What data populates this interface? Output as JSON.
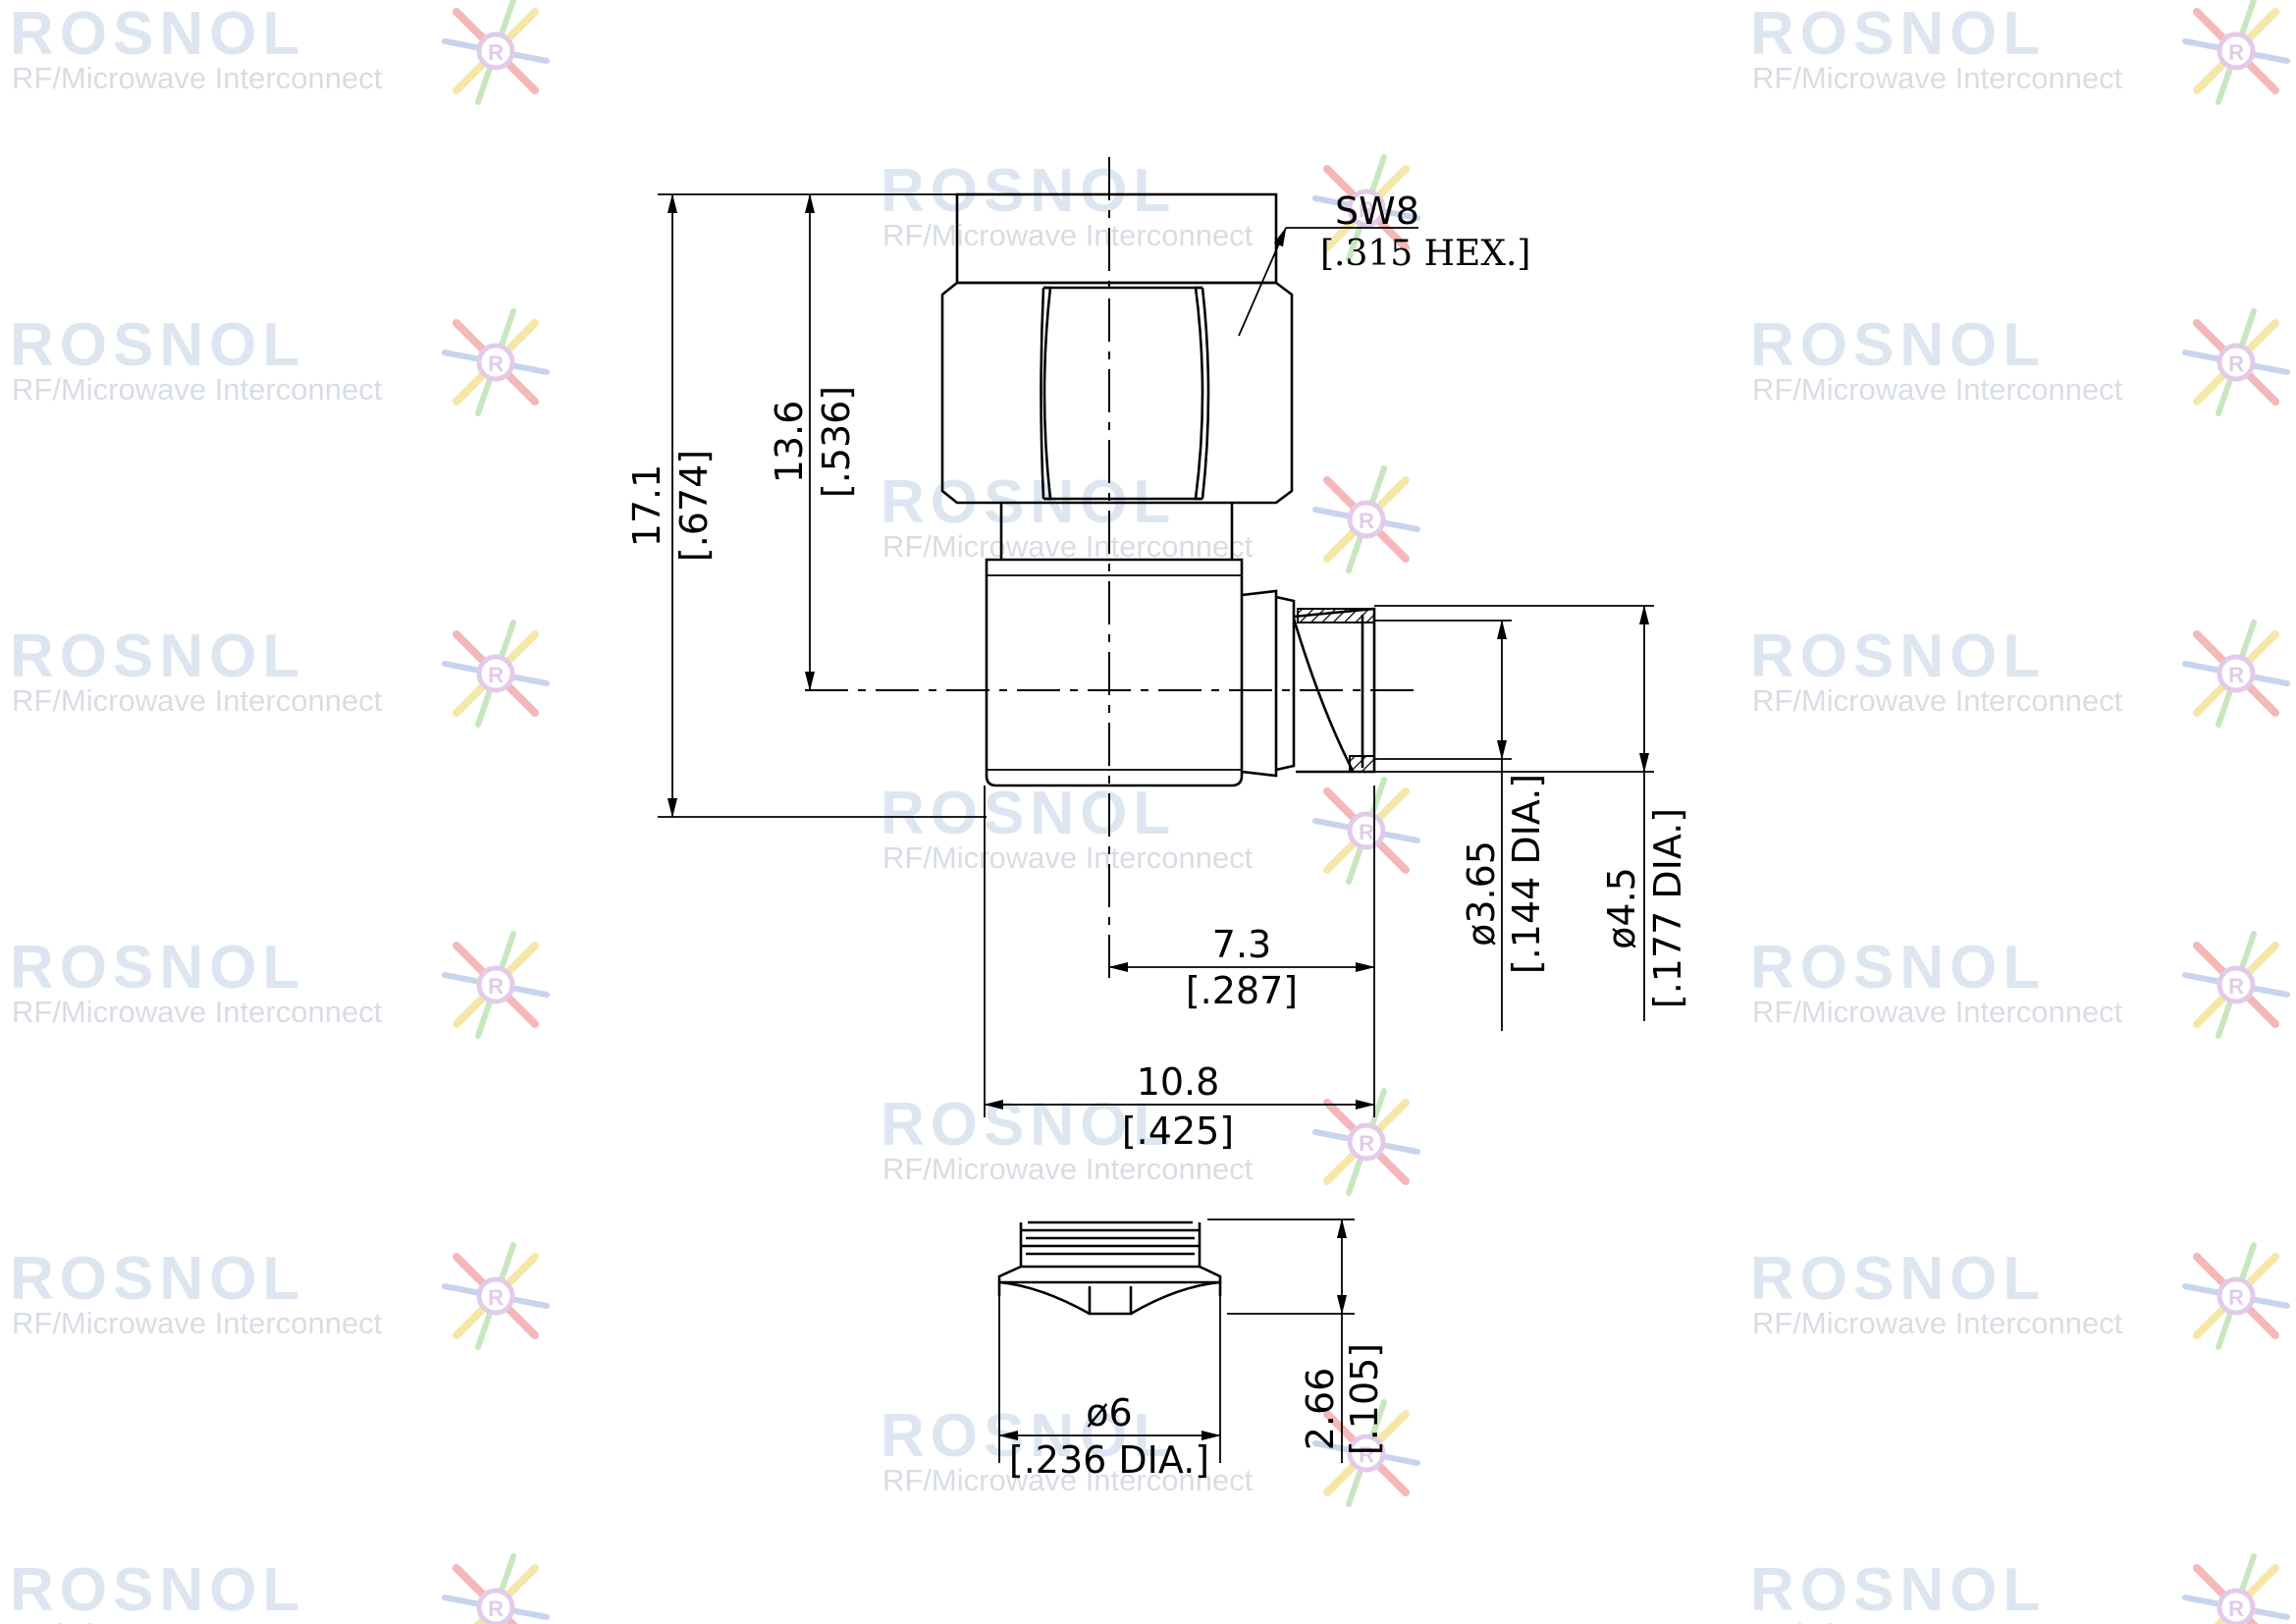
{
  "watermark": {
    "brand": "ROSNOL",
    "tagline": "RF/Microwave Interconnect",
    "colors": {
      "logo_text": "#dde6f0",
      "tagline": "#d8dde4",
      "star_red": "#f4b8b8",
      "star_yellow": "#f5e7a8",
      "star_green": "#c8e6c0",
      "star_blue": "#c7d4ee",
      "star_purple": "#e2cbe9"
    },
    "icon": "rosnol-star-icon"
  },
  "dimensions": {
    "hex_label": "SW8",
    "hex_label_inch": "[.315 HEX.]",
    "overall_height": "17.1",
    "overall_height_inch": "[.674]",
    "nut_to_center": "13.6",
    "nut_to_center_inch": "[.536]",
    "center_to_tail": "7.3",
    "center_to_tail_inch": "[.287]",
    "body_length": "10.8",
    "body_length_inch": "[.425]",
    "pin_dia": "ø3.65",
    "pin_dia_inch": "[.144  DIA.]",
    "outer_dia": "ø4.5",
    "outer_dia_inch": "[.177  DIA.]",
    "ferrule_dia": "ø6",
    "ferrule_dia_inch": "[.236  DIA.]",
    "ferrule_height": "2.66",
    "ferrule_height_inch": "[.105]"
  }
}
